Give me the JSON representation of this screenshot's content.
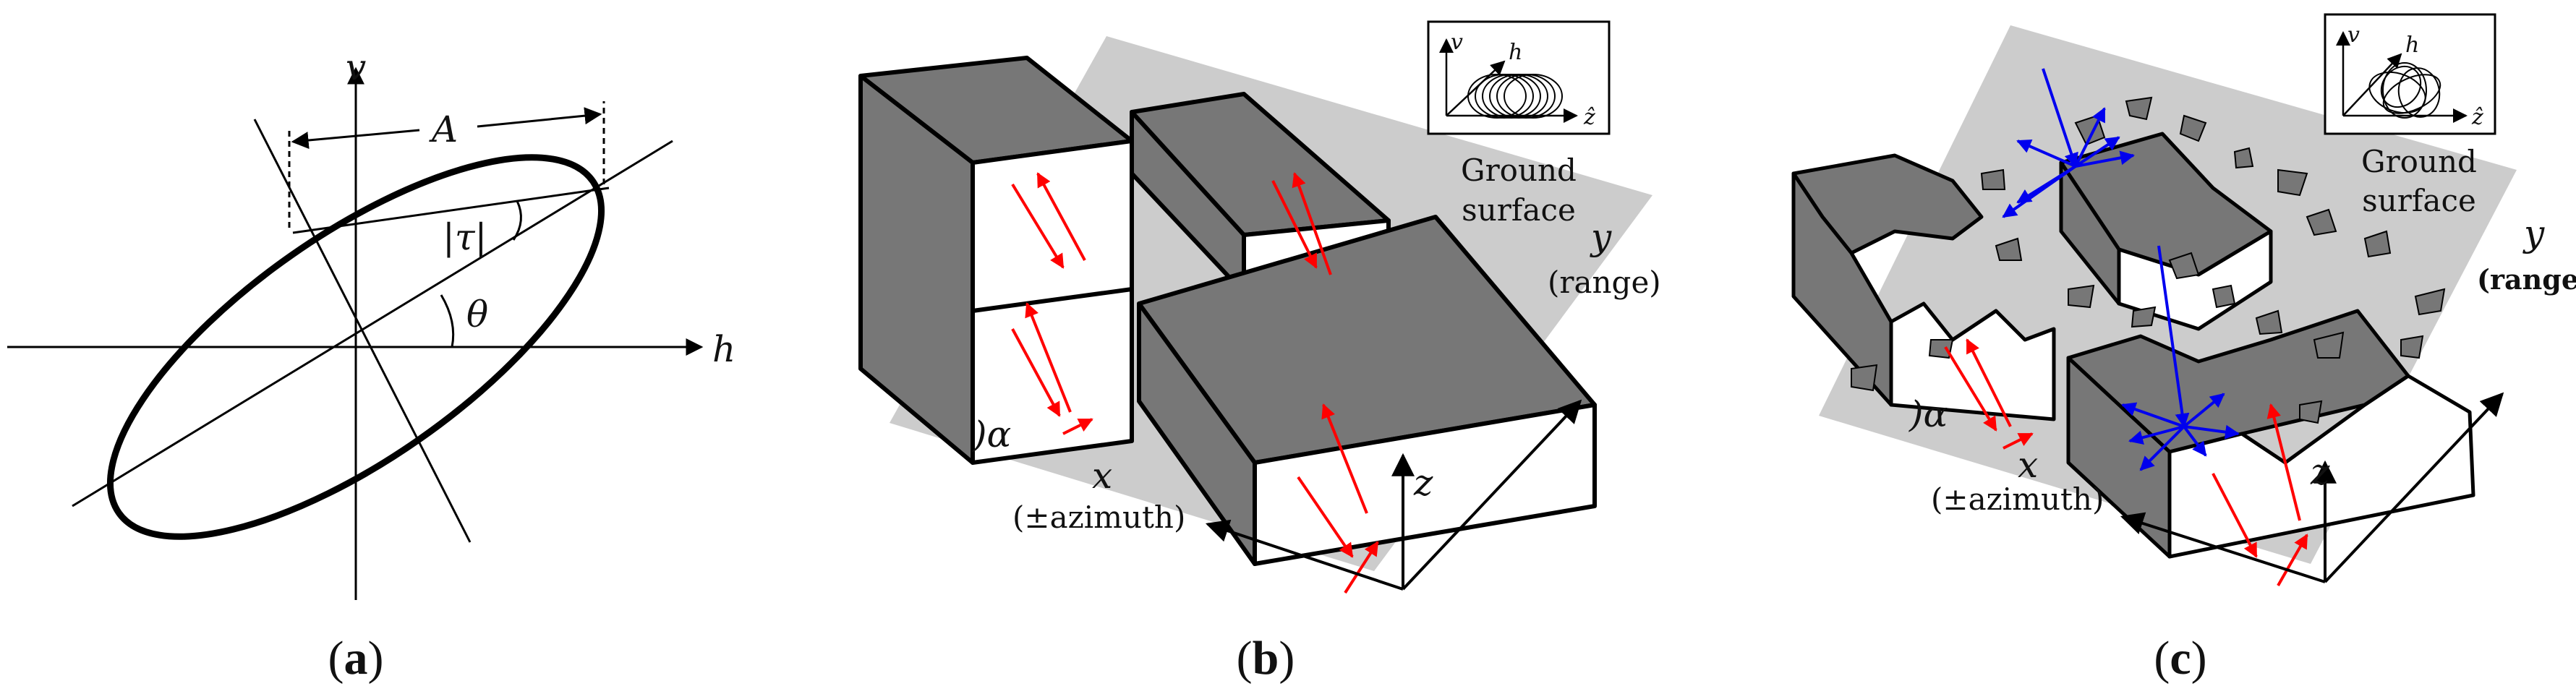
{
  "panel_a": {
    "axis_h": "h",
    "axis_v": "v",
    "amplitude": "A",
    "tau": "|τ|",
    "theta": "θ",
    "caption_open": "(",
    "caption_letter": "a",
    "caption_close": ")"
  },
  "panel_b": {
    "inset_v": "v",
    "inset_h": "h",
    "inset_z": "ẑ",
    "ground_line1": "Ground",
    "ground_line2": "surface",
    "y_label": "y",
    "y_sub": "(range)",
    "z_label": "z",
    "x_label": "x",
    "x_sub": "(±azimuth)",
    "alpha": ")α",
    "caption_open": "(",
    "caption_letter": "b",
    "caption_close": ")"
  },
  "panel_c": {
    "inset_v": "v",
    "inset_h": "h",
    "inset_z": "ẑ",
    "ground_line1": "Ground",
    "ground_line2": "surface",
    "y_label": "y",
    "y_sub": "(range)",
    "z_label": "z",
    "x_label": "x",
    "x_sub": "(±azimuth)",
    "alpha": ")α",
    "caption_open": "(",
    "caption_letter": "c",
    "caption_close": ")"
  },
  "colors": {
    "ground": "#cccccc",
    "shade": "#777777",
    "arrow_red": "#ff0000",
    "arrow_blue": "#0000ee",
    "ink": "#000000"
  }
}
